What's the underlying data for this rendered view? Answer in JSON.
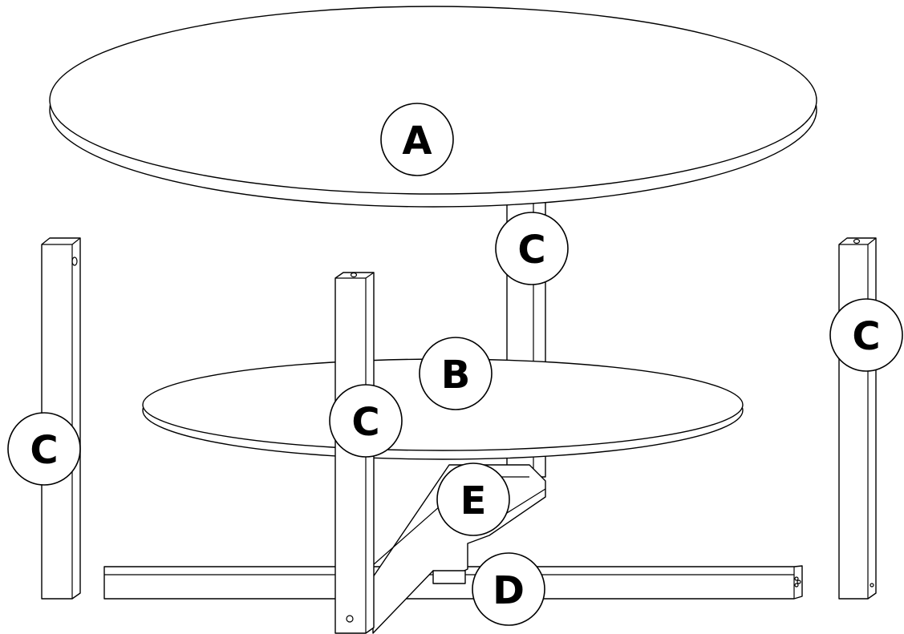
{
  "diagram": {
    "callouts": {
      "tabletop_top": "A",
      "tabletop_lower": "B",
      "leg_back": "C",
      "leg_left": "C",
      "leg_right": "C",
      "leg_front": "C",
      "base_bar": "D",
      "brace_arm": "E"
    }
  }
}
